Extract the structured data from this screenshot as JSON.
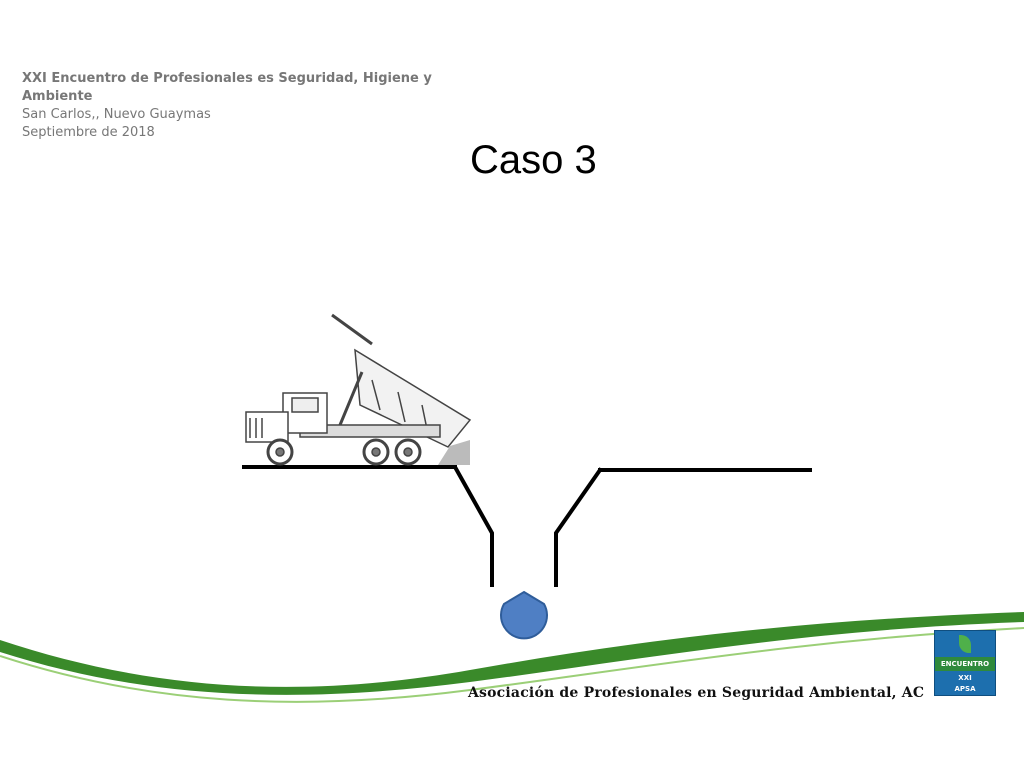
{
  "header": {
    "line1": "XXI Encuentro  de Profesionales es Seguridad,  Higiene y",
    "line2": "Ambiente",
    "line3": "San Carlos,, Nuevo Guaymas",
    "line4": "Septiembre de 2018"
  },
  "slide": {
    "title": "Caso 3"
  },
  "footer": {
    "association": "Asociación de Profesionales en Seguridad Ambiental, AC"
  },
  "logo": {
    "band_text": "ENCUENTRO XXI",
    "bottom_text": "APSA"
  },
  "colors": {
    "accent_green": "#3a8a2a",
    "pit_line": "#000000",
    "ball_fill": "#4f7fc4",
    "ball_stroke": "#2f5d9a",
    "header_text": "#777777"
  },
  "icons": {
    "truck": "dump-truck-icon",
    "ball": "pacman-ball-icon"
  }
}
